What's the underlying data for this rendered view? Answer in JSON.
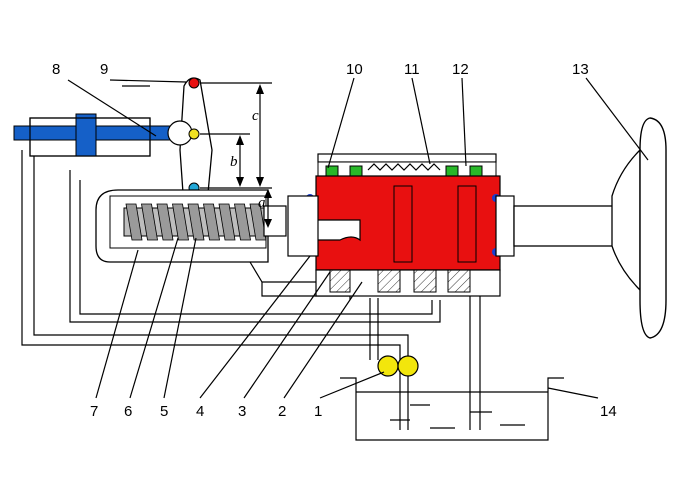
{
  "labels": {
    "l1": "1",
    "l2": "2",
    "l3": "3",
    "l4": "4",
    "l5": "5",
    "l6": "6",
    "l7": "7",
    "l8": "8",
    "l9": "9",
    "l10": "10",
    "l11": "11",
    "l12": "12",
    "l13": "13",
    "l14": "14"
  },
  "dimensions": {
    "a": "a",
    "b": "b",
    "c": "c"
  },
  "colors": {
    "valve_red": "#e81010",
    "cylinder_blue": "#1560c8",
    "worm_gray": "#9a9a9a",
    "pump_yellow": "#f2e60c",
    "seal_green": "#28b828",
    "ball_blue": "#1a3fd0",
    "pivot_red": "#e81010",
    "pivot_yellow": "#f0e020",
    "pivot_cyan": "#22a8d8",
    "pivot_green": "#22b022"
  }
}
